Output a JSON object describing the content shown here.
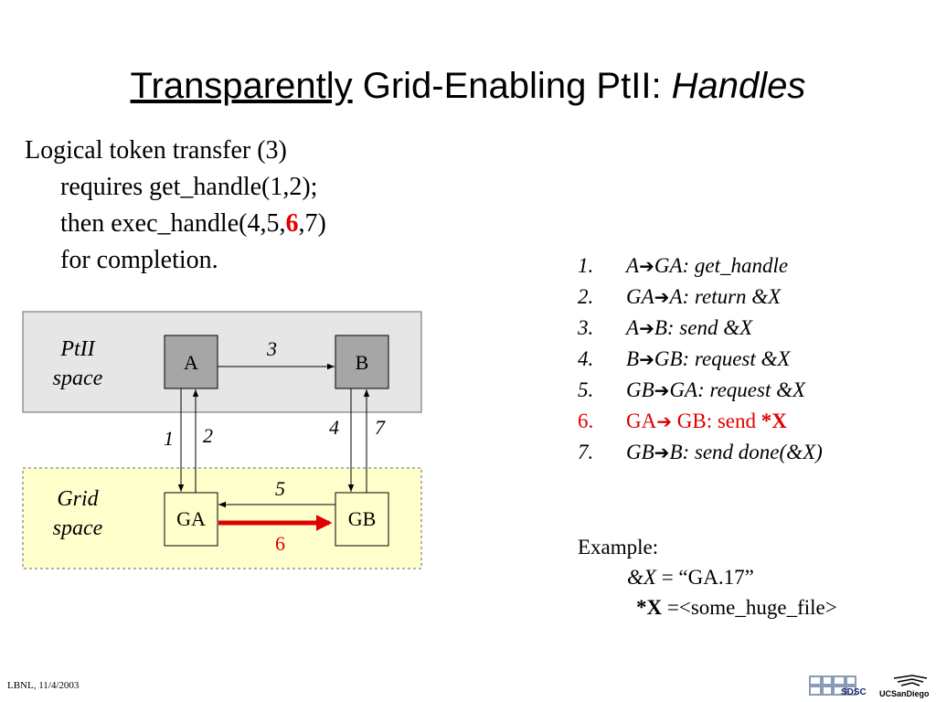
{
  "title": {
    "part1": "Transparently",
    "part2": " Grid-Enabling PtII: ",
    "part3": "Handles"
  },
  "intro": {
    "line1": "Logical token transfer (3)",
    "line2": "requires get_handle(1,2);",
    "line3_pre": "then exec_handle(4,5,",
    "line3_hl": "6",
    "line3_post": ",7)",
    "line4": "for completion."
  },
  "diagram": {
    "ptii_space_line1": "PtII",
    "ptii_space_line2": "space",
    "grid_space_line1": "Grid",
    "grid_space_line2": "space",
    "node_a": "A",
    "node_b": "B",
    "node_ga": "GA",
    "node_gb": "GB",
    "edge1": "1",
    "edge2": "2",
    "edge3": "3",
    "edge4": "4",
    "edge5": "5",
    "edge6": "6",
    "edge7": "7"
  },
  "steps": [
    {
      "num": "1.",
      "from": "A",
      "rest": "GA: get_handle"
    },
    {
      "num": "2.",
      "from": "GA",
      "rest": "A: return &X"
    },
    {
      "num": "3.",
      "from": "A",
      "rest": "B: send &X"
    },
    {
      "num": "4.",
      "from": "B",
      "rest": "GB: request &X"
    },
    {
      "num": "5.",
      "from": "GB",
      "rest": "GA: request &X"
    },
    {
      "num": "6.",
      "from": "GA",
      "rest": " GB: send ",
      "bold": "*X"
    },
    {
      "num": "7.",
      "from": "GB",
      "rest": "B: send done(&X)"
    }
  ],
  "arrow_glyph": "➔",
  "example": {
    "heading": "Example:",
    "x_name": "&X",
    "x_value": " = “GA.17”",
    "big_name": "*X",
    "big_value": " =<some_huge_file>"
  },
  "footer": "LBNL, 11/4/2003",
  "logos": {
    "sdsc": "SDSC",
    "ucsd": "UCSanDiego"
  },
  "colors": {
    "ptii_space_bg": "#e6e6e6",
    "grid_space_bg": "#ffffcc",
    "node_ab_bg": "#a6a6a6",
    "node_grid_bg": "#ffffcc",
    "highlight": "#e00000"
  }
}
